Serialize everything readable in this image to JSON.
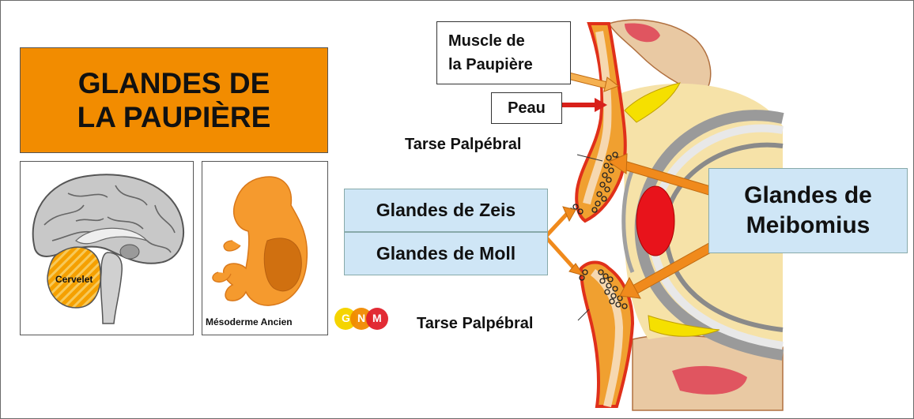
{
  "title": {
    "line1": "GLANDES DE",
    "line2": "LA PAUPIÈRE"
  },
  "brain_panel": {
    "caption": "Cervelet"
  },
  "embryo_panel": {
    "caption": "Mésoderme Ancien"
  },
  "gnm_logo": {
    "letters": [
      "G",
      "N",
      "M"
    ],
    "colors": [
      "#f5d400",
      "#f08a00",
      "#e0202a"
    ]
  },
  "labels": {
    "muscle_line1": "Muscle de",
    "muscle_line2": "la Paupière",
    "peau": "Peau",
    "tarse_top": "Tarse Palpébral",
    "tarse_bottom": "Tarse Palpébral",
    "zeis": "Glandes de Zeis",
    "moll": "Glandes de Moll",
    "meibomius_line1": "Glandes de",
    "meibomius_line2": "Meibomius"
  },
  "colors": {
    "title_bg": "#f28c00",
    "label_blue": "#cfe6f6",
    "arrow_orange": "#f08a1c",
    "arrow_red": "#d8201a"
  }
}
